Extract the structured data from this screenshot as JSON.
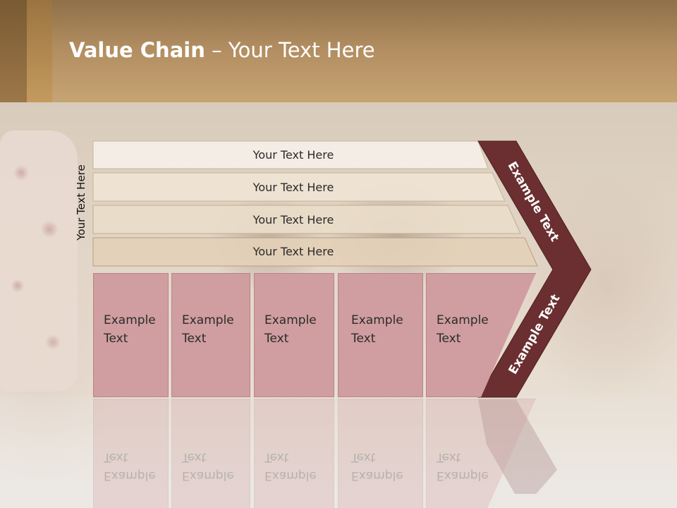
{
  "title": {
    "bold": "Value Chain",
    "rest": " – Your Text Here"
  },
  "side_label": "Your Text Here",
  "bars": [
    {
      "label": "Your Text Here",
      "color": "#f6f0e8"
    },
    {
      "label": "Your Text Here",
      "color": "#efe3d5"
    },
    {
      "label": "Your Text Here",
      "color": "#e9dcc8"
    },
    {
      "label": "Your Text Here",
      "color": "#e4d0b7"
    }
  ],
  "boxes": [
    {
      "line1": "Example",
      "line2": "Text"
    },
    {
      "line1": "Example",
      "line2": "Text"
    },
    {
      "line1": "Example",
      "line2": "Text"
    },
    {
      "line1": "Example",
      "line2": "Text"
    },
    {
      "line1": "Example",
      "line2": "Text"
    }
  ],
  "chevron": {
    "upper_text": "Example Text",
    "lower_text": "Example Text",
    "color": "#6b2f31"
  },
  "colors": {
    "box_fill": "#d09ea0",
    "header": "#b08c60"
  }
}
